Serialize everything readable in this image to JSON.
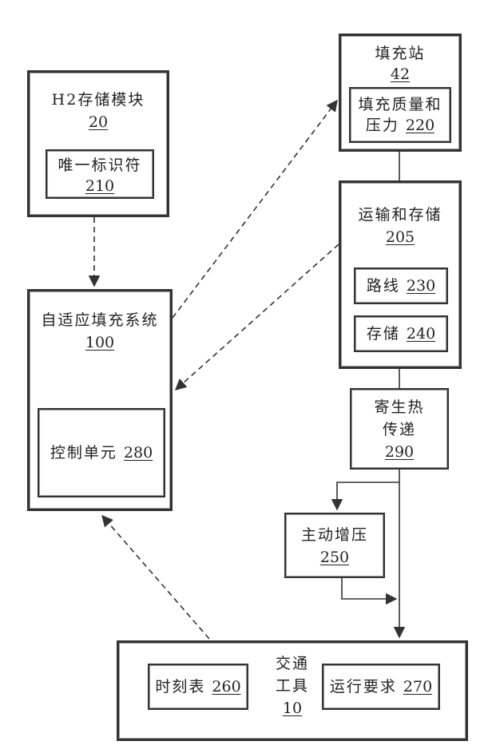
{
  "nodes": {
    "h2_storage": {
      "label": "H2存储模块",
      "ref": "20"
    },
    "unique_id": {
      "label": "唯一标识符",
      "ref": "210"
    },
    "filling_station": {
      "label": "填充站",
      "ref": "42"
    },
    "fill_quantity": {
      "line1": "填充质量和",
      "line2": "压力",
      "ref": "220"
    },
    "transport": {
      "label": "运输和存储",
      "ref": "205"
    },
    "route": {
      "label": "路线",
      "ref": "230"
    },
    "storage": {
      "label": "存储",
      "ref": "240"
    },
    "adaptive": {
      "label": "自适应填充系统",
      "ref": "100"
    },
    "control": {
      "label": "控制单元",
      "ref": "280"
    },
    "parasitic": {
      "line1": "寄生热",
      "line2": "传递",
      "ref": "290"
    },
    "boost": {
      "label": "主动增压",
      "ref": "250"
    },
    "vehicle": {
      "line1": "交通",
      "line2": "工具",
      "ref": "10"
    },
    "schedule": {
      "label": "时刻表",
      "ref": "260"
    },
    "requirements": {
      "label": "运行要求",
      "ref": "270"
    }
  }
}
